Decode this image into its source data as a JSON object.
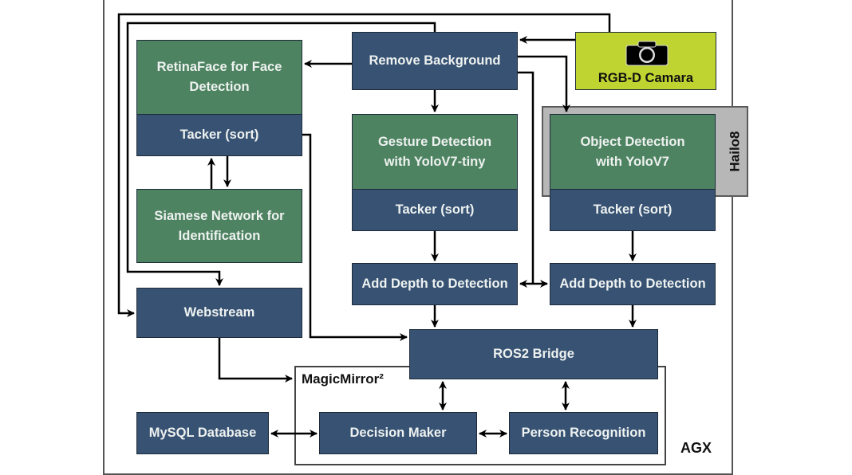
{
  "diagram": {
    "container_label": "AGX",
    "magicmirror_label": "MagicMirror²",
    "hailo_label": "Hailo8",
    "camera": {
      "label": "RGB-D Camara",
      "icon": "camera-icon"
    },
    "nodes": {
      "remove_background": "Remove Background",
      "retinaface": "RetinaFace for Face Detection",
      "face_tracker": "Tacker (sort)",
      "siamese": "Siamese Network for Identification",
      "webstream": "Webstream",
      "gesture_detection": "Gesture Detection with YoloV7-tiny",
      "gesture_tracker": "Tacker (sort)",
      "gesture_depth": "Add Depth to Detection",
      "object_detection": "Object Detection with YoloV7",
      "object_tracker": "Tacker (sort)",
      "object_depth": "Add Depth to Detection",
      "ros2_bridge": "ROS2 Bridge",
      "mysql": "MySQL Database",
      "decision_maker": "Decision Maker",
      "person_recognition": "Person Recognition"
    },
    "colors": {
      "process_blue": "#375273",
      "model_green": "#4e8361",
      "camera_lime": "#bfd431",
      "hailo_gray": "#b7b7b7"
    }
  }
}
